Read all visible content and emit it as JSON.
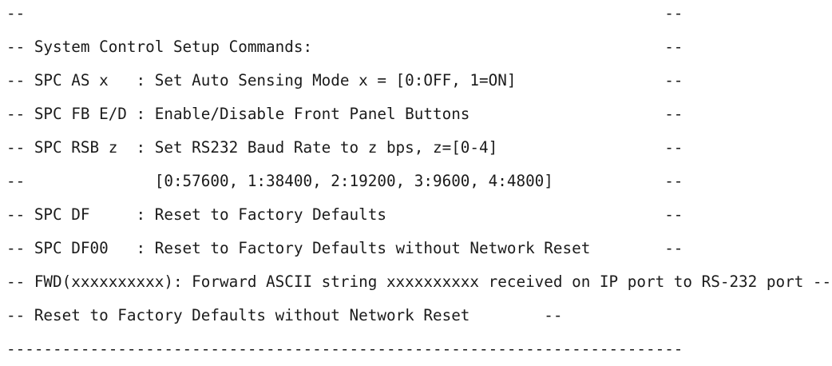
{
  "page": {
    "background_color": "#ffffff",
    "text_color": "#1b1b1b"
  },
  "console": {
    "lines": [
      "--                                                                     --",
      "-- System Control Setup Commands:                                      --",
      "-- SPC AS x   : Set Auto Sensing Mode x = [0:OFF, 1=ON]                --",
      "-- SPC FB E/D : Enable/Disable Front Panel Buttons                     --",
      "-- SPC RSB z  : Set RS232 Baud Rate to z bps, z=[0-4]                  --",
      "--              [0:57600, 1:38400, 2:19200, 3:9600, 4:4800]            --",
      "-- SPC DF     : Reset to Factory Defaults                              --",
      "-- SPC DF00   : Reset to Factory Defaults without Network Reset        --",
      "-- FWD(xxxxxxxxxx): Forward ASCII string xxxxxxxxxx received on IP port to RS-232 port --",
      "-- Reset to Factory Defaults without Network Reset        --",
      "-------------------------------------------------------------------------"
    ]
  }
}
